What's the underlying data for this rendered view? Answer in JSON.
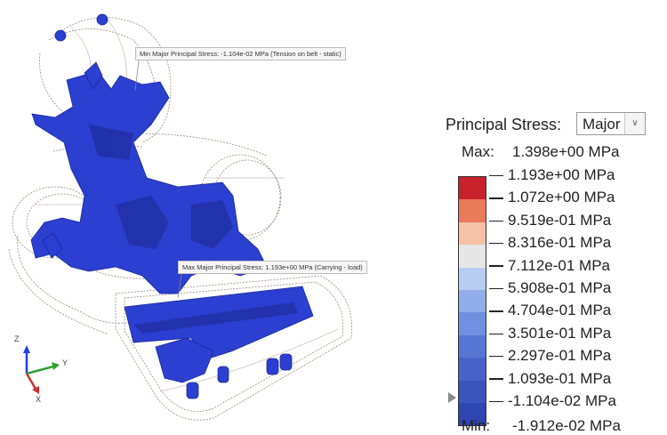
{
  "viewport": {
    "callouts": {
      "min": "Min Major Principal Stress: -1.104e-02 MPa (Tension on belt - static)",
      "max": "Max Major Principal Stress: 1.193e+00 MPa (Carrying - load)"
    },
    "axes": {
      "z": "Z",
      "y": "Y",
      "x": "X"
    }
  },
  "legend": {
    "title": "Principal Stress:",
    "selected_component": "Major",
    "max_label": "Max:",
    "max_value": "1.398e+00 MPa",
    "min_label": "Min:",
    "min_value": "-1.912e-02 MPa",
    "bands": [
      {
        "label": "1.193e+00 MPa",
        "color": "#c8232b"
      },
      {
        "label": "1.072e+00 MPa",
        "color": "#ea7a5a"
      },
      {
        "label": "9.519e-01 MPa",
        "color": "#f5c2a8"
      },
      {
        "label": "8.316e-01 MPa",
        "color": "#e6e6e6"
      },
      {
        "label": "7.112e-01 MPa",
        "color": "#b9cdf0"
      },
      {
        "label": "5.908e-01 MPa",
        "color": "#91aeea"
      },
      {
        "label": "4.704e-01 MPa",
        "color": "#6f90e0"
      },
      {
        "label": "3.501e-01 MPa",
        "color": "#5676d4"
      },
      {
        "label": "2.297e-01 MPa",
        "color": "#4762c8"
      },
      {
        "label": "1.093e-01 MPa",
        "color": "#3a53bd"
      },
      {
        "label": "-1.104e-02 MPa",
        "color": "#2f45b1"
      }
    ]
  },
  "colors": {
    "part": "#2b3fd0",
    "part_shadow": "#1f2ea0",
    "wire": "#8a6b5a"
  }
}
